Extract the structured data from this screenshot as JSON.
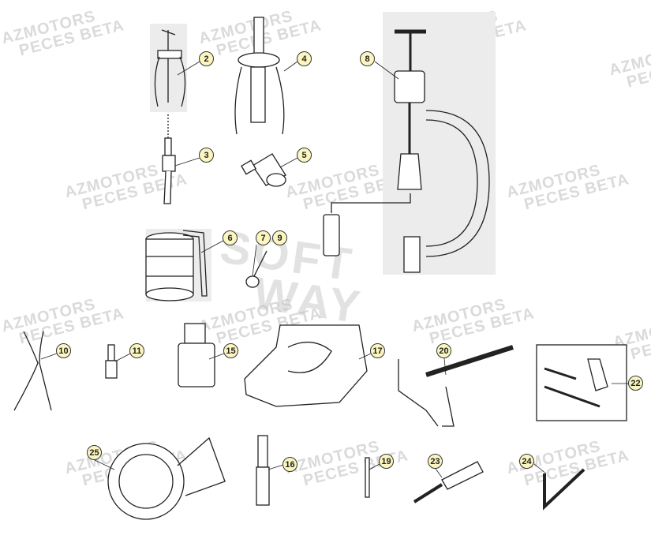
{
  "watermark": {
    "line1": "AZMOTORS",
    "line2": "PECES BETA"
  },
  "logo": {
    "line1": "SOFT",
    "line2": "WAY"
  },
  "callouts": [
    "2",
    "3",
    "4",
    "5",
    "6",
    "7",
    "8",
    "9",
    "10",
    "11",
    "15",
    "16",
    "17",
    "19",
    "20",
    "22",
    "23",
    "24",
    "25"
  ],
  "colors": {
    "callout_fill": "#fbf6bf",
    "callout_border": "#333333",
    "line": "#222222",
    "panel": "#ececec"
  }
}
